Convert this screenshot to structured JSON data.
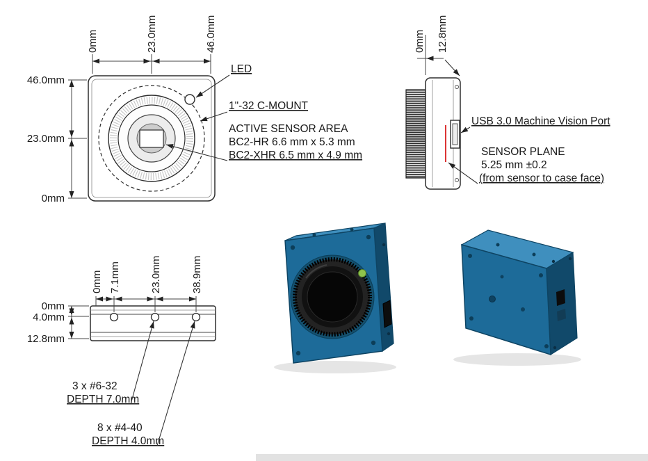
{
  "colors": {
    "line": "#2e2e2e",
    "sensor_plane_red": "#d40000",
    "camera_blue": "#1d6b99",
    "camera_blue_light": "#3f8fbe",
    "camera_blue_dark": "#11496a",
    "led_green": "#8fc34c"
  },
  "front_view": {
    "dim_top": [
      "0mm",
      "23.0mm",
      "46.0mm"
    ],
    "dim_left": [
      "46.0mm",
      "23.0mm",
      "0mm"
    ],
    "led_label": "LED",
    "cmount_label": "1\"-32 C-MOUNT",
    "sensor_note": [
      "ACTIVE SENSOR AREA",
      "BC2-HR 6.6 mm x 5.3 mm",
      "BC2-XHR 6.5 mm x 4.9 mm"
    ]
  },
  "side_view": {
    "dim_top": [
      "0mm",
      "12.8mm"
    ],
    "usb_label": "USB 3.0 Machine Vision Port",
    "sensor_plane_note": [
      "SENSOR PLANE",
      "5.25 mm ±0.2",
      "(from sensor to case face)"
    ]
  },
  "bottom_view": {
    "dim_top": [
      "0mm",
      "7.1mm",
      "23.0mm",
      "38.9mm"
    ],
    "dim_left": [
      "0mm",
      "4.0mm",
      "12.8mm"
    ],
    "screw_note_1": [
      "3 x #6-32",
      "DEPTH 7.0mm"
    ],
    "screw_note_2": [
      "8 x #4-40",
      "DEPTH 4.0mm"
    ]
  }
}
